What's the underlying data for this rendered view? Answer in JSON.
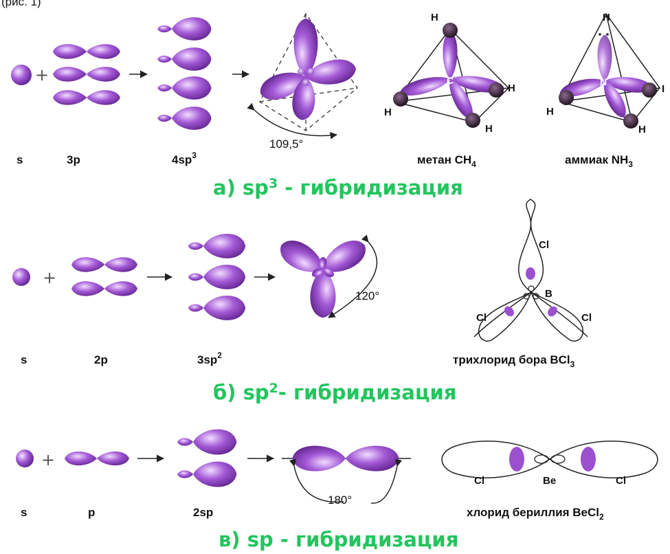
{
  "header_fragment": "(рис. 1)",
  "colors": {
    "orbital_light": "#d9b3f0",
    "orbital_mid": "#9b51cf",
    "orbital_dark": "#5a1f86",
    "title": "#22c55e"
  },
  "section_sp3": {
    "labels": [
      "s",
      "3p",
      "4sp",
      "метан CH",
      "аммиак NH"
    ],
    "superscripts": {
      "hyb": "3"
    },
    "subscripts": {
      "methane": "4",
      "ammonia": "3"
    },
    "angle": "109,5°",
    "methane_atoms": {
      "center": "C",
      "h": [
        "H",
        "H",
        "H",
        "H"
      ]
    },
    "ammonia_atoms": {
      "center": "N",
      "h": [
        "H",
        "H",
        "H"
      ],
      "lone": "I"
    },
    "title_prefix": "а) sp",
    "title_sup": "3",
    "title_suffix": " - гибридизация"
  },
  "section_sp2": {
    "labels": [
      "s",
      "2p",
      "3sp",
      "трихлорид бора BCl"
    ],
    "superscripts": {
      "hyb": "2"
    },
    "subscripts": {
      "bcl3": "3"
    },
    "angle": "120°",
    "bcl3_atoms": {
      "center": "B",
      "cl": [
        "Cl",
        "Cl",
        "Cl"
      ]
    },
    "title_prefix": "б) sp",
    "title_sup": "2",
    "title_suffix": "- гибридизация"
  },
  "section_sp": {
    "labels": [
      "s",
      "p",
      "2sp",
      "хлорид бериллия BeCl"
    ],
    "subscripts": {
      "becl2": "2"
    },
    "angle": "180°",
    "becl2_atoms": {
      "center": "Be",
      "cl": [
        "Cl",
        "Cl"
      ]
    },
    "title": "в) sp - гибридизация"
  }
}
